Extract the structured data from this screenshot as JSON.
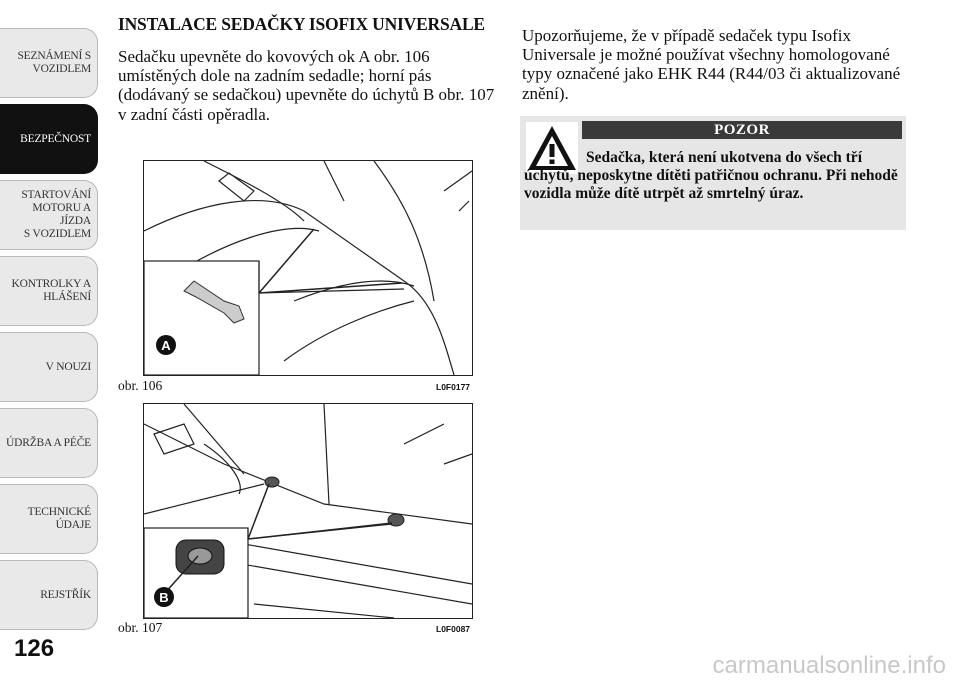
{
  "tabs": [
    {
      "label": "SEZNÁMENÍ S\nVOZIDLEM",
      "active": false
    },
    {
      "label": "BEZPEČNOST",
      "active": true
    },
    {
      "label": "STARTOVÁNÍ\nMOTORU A JÍZDA\nS VOZIDLEM",
      "active": false
    },
    {
      "label": "KONTROLKY A\nHLÁŠENÍ",
      "active": false
    },
    {
      "label": "V NOUZI",
      "active": false
    },
    {
      "label": "ÚDRŽBA A PÉČE",
      "active": false
    },
    {
      "label": "TECHNICKÉ\nÚDAJE",
      "active": false
    },
    {
      "label": "REJSTŘÍK",
      "active": false
    }
  ],
  "page_number": "126",
  "section": {
    "heading": "INSTALACE SEDAČKY ISOFIX UNIVERSALE",
    "body": "Sedačku upevněte do kovových ok A obr. 106 umístěných dole na zadním sedadle; horní pás (dodávaný se sedačkou) upevněte do úchytů B obr. 107 v zadní části opěradla."
  },
  "figures": [
    {
      "caption": "obr. 106",
      "code": "L0F0177",
      "marker": "A"
    },
    {
      "caption": "obr. 107",
      "code": "L0F0087",
      "marker": "B"
    }
  ],
  "notice": "Upozorňujeme, že v případě sedaček typu Isofix Universale je možné používat všechny homologované typy označené jako EHK R44 (R44/03 či aktualizované znění).",
  "warning": {
    "title": "POZOR",
    "text": "Sedačka, která není ukotvena do všech tří úchytů, neposkytne dítěti patřičnou ochranu. Při nehodě vozidla může dítě utrpět až smrtelný úraz."
  },
  "watermark": "carmanualsonline.info"
}
